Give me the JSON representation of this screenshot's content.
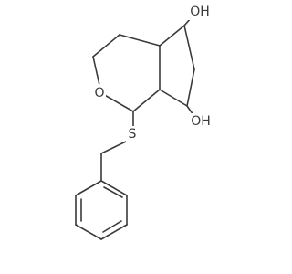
{
  "molecule": {
    "atoms": {
      "ring_oxygen": "O",
      "sulfur": "S",
      "hydroxyl_top": "OH",
      "hydroxyl_bottom": "OH"
    }
  }
}
